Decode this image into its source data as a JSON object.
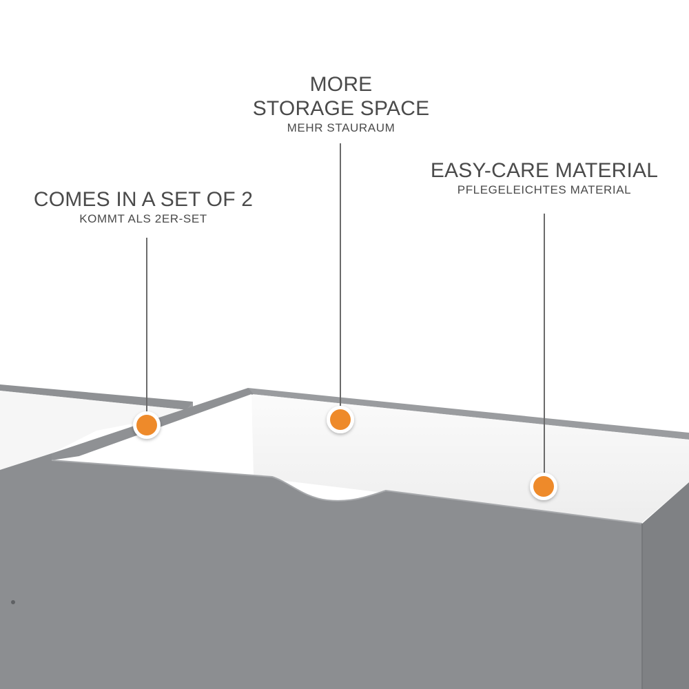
{
  "callouts": [
    {
      "title": "COMES IN A SET OF 2",
      "subtitle": "KOMMT ALS 2ER-SET"
    },
    {
      "title_line1": "MORE",
      "title_line2": "STORAGE SPACE",
      "subtitle": "MEHR STAURAUM"
    },
    {
      "title": "EASY-CARE MATERIAL",
      "subtitle": "PFLEGELEICHTES MATERIAL"
    }
  ],
  "colors": {
    "drawer_gray": "#8c8e91",
    "drawer_gray_dark": "#7d7f82",
    "drawer_inside": "#f3f3f3",
    "marker_orange": "#ee8a2a",
    "line_gray": "#6a6a6a",
    "text_gray": "#4a4a4a"
  }
}
